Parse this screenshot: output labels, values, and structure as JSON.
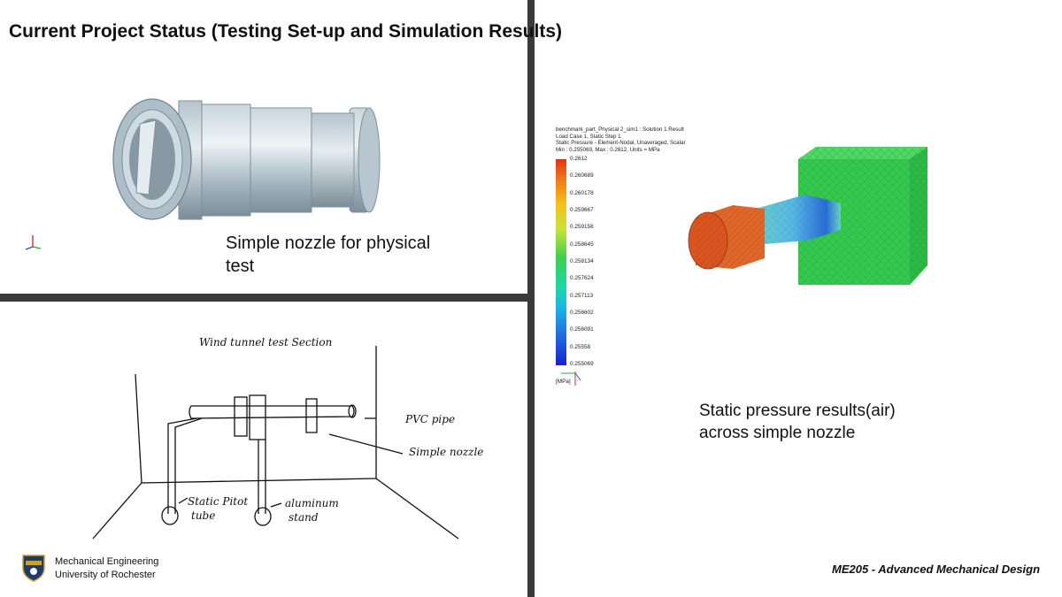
{
  "slide": {
    "title": "Current Project Status (Testing Set-up and Simulation Results)",
    "caption_nozzle": [
      "Simple nozzle for physical",
      "test"
    ],
    "caption_pressure": [
      "Static pressure results(air)",
      "across simple nozzle"
    ],
    "course": "ME205 - Advanced Mechanical Design"
  },
  "sketch": {
    "title": "Wind tunnel test Section",
    "labels": {
      "pvc_pipe": "PVC pipe",
      "simple_nozzle": "Simple nozzle",
      "static_pitot": [
        "Static Pitot",
        "tube"
      ],
      "aluminum_stand": [
        "aluminum",
        "stand"
      ]
    }
  },
  "simulation": {
    "header": [
      "benchmark_part_Physical 2_sim1 : Solution 1 Result",
      "Load Case 1, Static Step 1",
      "Static Pressure - Element-Nodal, Unaveraged, Scalar",
      "Min : 0.255069, Max : 0.2612, Units = MPa"
    ],
    "legend_values": [
      "0.2612",
      "0.260689",
      "0.260178",
      "0.259667",
      "0.259156",
      "0.258645",
      "0.258134",
      "0.257624",
      "0.257113",
      "0.256602",
      "0.256091",
      "0.25558",
      "0.255069"
    ],
    "unit_label": "[MPa]",
    "colors": {
      "max": "#e03510",
      "mid": "#3ad150",
      "min": "#1a20c8"
    }
  },
  "footer": {
    "dept": "Mechanical Engineering",
    "university": "University of Rochester"
  }
}
